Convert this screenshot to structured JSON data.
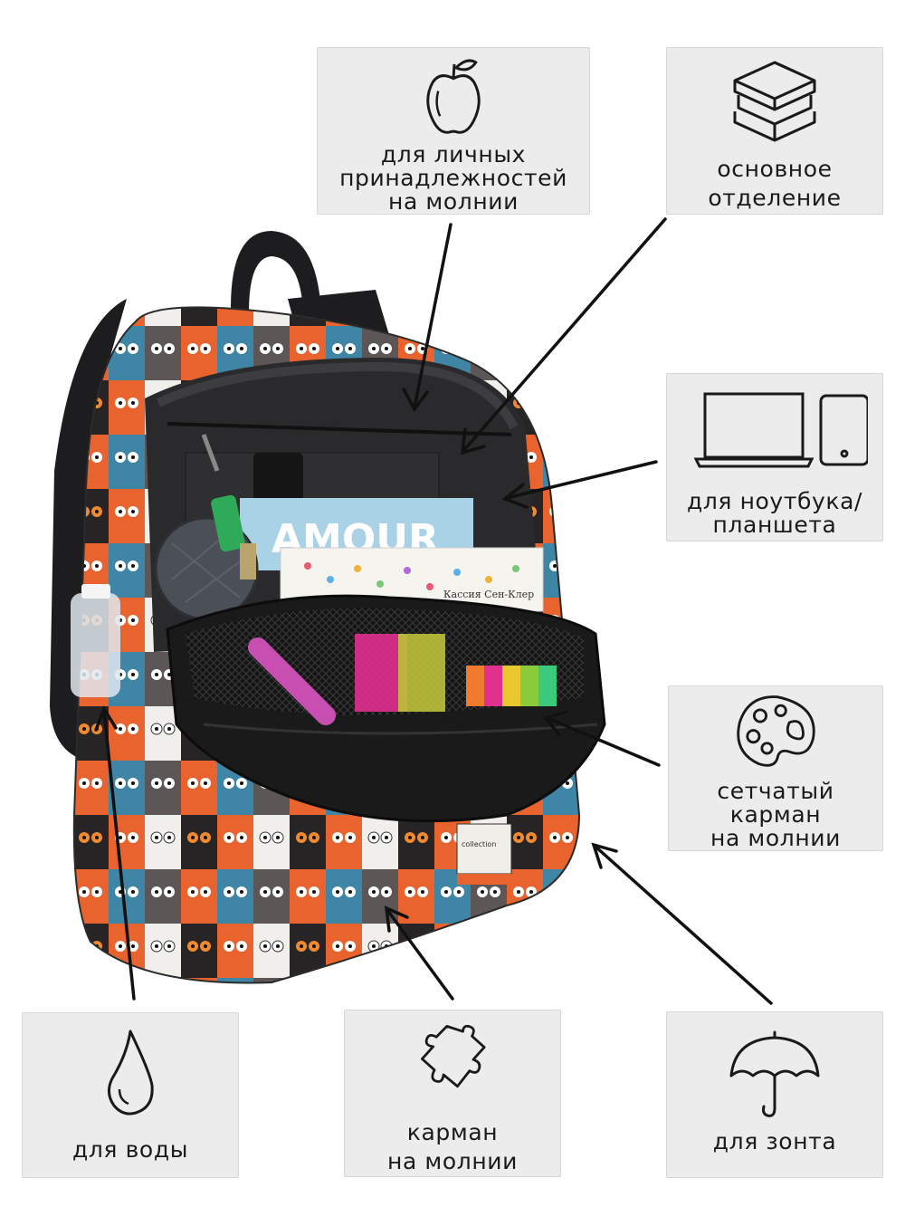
{
  "callouts": {
    "personal": {
      "label": "для личных\nпринадлежностей\nна молнии",
      "icon": "apple-icon"
    },
    "main": {
      "label": "основное\nотделение",
      "icon": "books-icon"
    },
    "laptop": {
      "label": "для ноутбука/\nпланшета",
      "icon": "laptop-tablet-icon"
    },
    "mesh": {
      "label": "сетчатый\nкарман\nна молнии",
      "icon": "palette-icon"
    },
    "water": {
      "label": "для воды",
      "icon": "water-drop-icon"
    },
    "zip_pocket": {
      "label": "карман\nна молнии",
      "icon": "puzzle-icon"
    },
    "umbrella": {
      "label": "для зонта",
      "icon": "umbrella-icon"
    }
  },
  "product": {
    "book_title": "AMOUR",
    "book_author": "Кассия Сен-Клер",
    "patch_text": "collection"
  },
  "colors": {
    "panel": "#ececec",
    "text": "#1a1a1a",
    "cat_orange": "#e8632e",
    "cat_blue": "#3f86a6",
    "cat_grey": "#5c5656",
    "bag_black": "#1d1d1f"
  }
}
